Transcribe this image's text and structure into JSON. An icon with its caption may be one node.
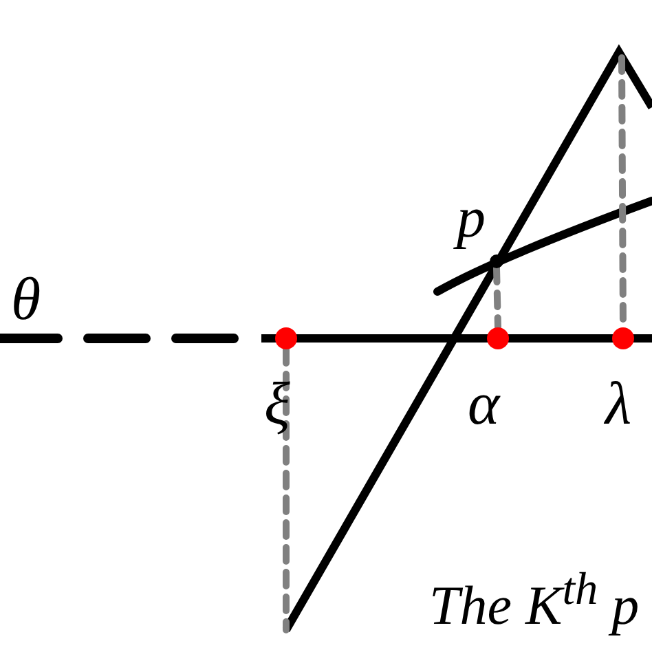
{
  "diagram": {
    "nodes": [
      {
        "text": [],
        "shape": "circle",
        "beside": [
          "ξ"
        ]
      },
      {
        "text": [],
        "shape": "circle",
        "beside": [
          "p"
        ]
      },
      {
        "text": [],
        "shape": "circle",
        "beside": [
          "α"
        ]
      },
      {
        "text": [],
        "shape": "circle",
        "beside": [
          "λ"
        ]
      }
    ],
    "edges": [
      {
        "from": 0,
        "to": null,
        "arrow": "none",
        "style": "dashed",
        "color": "#808080"
      },
      {
        "from": 1,
        "to": 2,
        "arrow": "none",
        "style": "dashed",
        "color": "#808080"
      },
      {
        "from": null,
        "to": 3,
        "arrow": "none",
        "style": "dashed",
        "color": "#808080"
      }
    ],
    "labels": [
      "θ",
      "The K$^{th}$ p"
    ]
  }
}
